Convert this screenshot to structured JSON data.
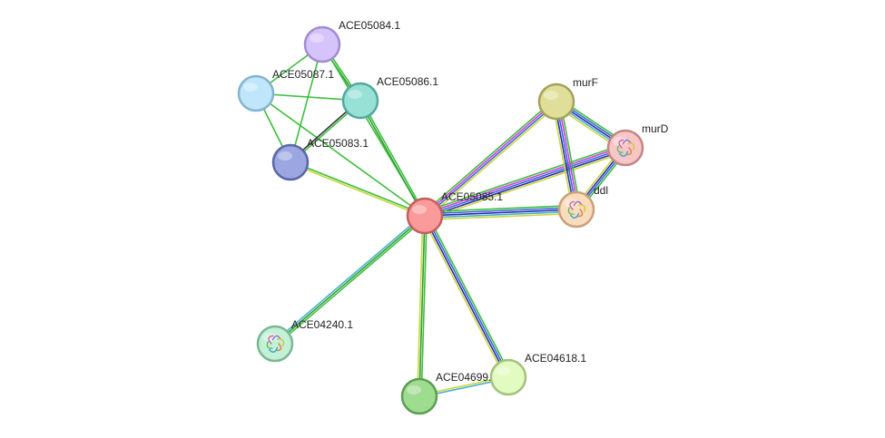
{
  "network": {
    "nodes": [
      {
        "id": "ACE05084.1",
        "label": "ACE05084.1",
        "fill": "#d5c3fb",
        "stroke": "#a28ccf",
        "structure": false
      },
      {
        "id": "ACE05087.1",
        "label": "ACE05087.1",
        "fill": "#bfe6fb",
        "stroke": "#86b3cf",
        "structure": false
      },
      {
        "id": "ACE05086.1",
        "label": "ACE05086.1",
        "fill": "#97e1d6",
        "stroke": "#54a89b",
        "structure": false
      },
      {
        "id": "ACE05083.1",
        "label": "ACE05083.1",
        "fill": "#9ca6e0",
        "stroke": "#5a66a8",
        "structure": false
      },
      {
        "id": "ACE05085.1",
        "label": "ACE05085.1",
        "fill": "#fb9a9a",
        "stroke": "#c25e5e",
        "structure": false
      },
      {
        "id": "murF",
        "label": "murF",
        "fill": "#e0df9a",
        "stroke": "#a3a25a",
        "structure": false
      },
      {
        "id": "murD",
        "label": "murD",
        "fill": "#f7c6c6",
        "stroke": "#c48686",
        "structure": true
      },
      {
        "id": "ddl",
        "label": "ddl",
        "fill": "#f9dcbc",
        "stroke": "#c8a27a",
        "structure": true
      },
      {
        "id": "ACE04240.1",
        "label": "ACE04240.1",
        "fill": "#c4f0d6",
        "stroke": "#78b896",
        "structure": true
      },
      {
        "id": "ACE04699.1",
        "label": "ACE04699.1",
        "fill": "#9edc90",
        "stroke": "#5b9f52",
        "structure": false
      },
      {
        "id": "ACE04618.1",
        "label": "ACE04618.1",
        "fill": "#e2fbc0",
        "stroke": "#a3c27c",
        "structure": false
      }
    ],
    "edges": [
      {
        "source": "ACE05084.1",
        "target": "ACE05087.1",
        "colors": [
          "#3cbf3c"
        ]
      },
      {
        "source": "ACE05084.1",
        "target": "ACE05086.1",
        "colors": [
          "#3cbf3c",
          "#2e9f2e"
        ]
      },
      {
        "source": "ACE05084.1",
        "target": "ACE05083.1",
        "colors": [
          "#3cbf3c"
        ]
      },
      {
        "source": "ACE05084.1",
        "target": "ACE05085.1",
        "colors": [
          "#3cbf3c"
        ]
      },
      {
        "source": "ACE05087.1",
        "target": "ACE05086.1",
        "colors": [
          "#3cbf3c"
        ]
      },
      {
        "source": "ACE05087.1",
        "target": "ACE05083.1",
        "colors": [
          "#3cbf3c"
        ]
      },
      {
        "source": "ACE05087.1",
        "target": "ACE05085.1",
        "colors": [
          "#3cbf3c"
        ]
      },
      {
        "source": "ACE05086.1",
        "target": "ACE05083.1",
        "colors": [
          "#3cbf3c",
          "#333333"
        ]
      },
      {
        "source": "ACE05086.1",
        "target": "ACE05085.1",
        "colors": [
          "#3cbf3c",
          "#2e9f2e"
        ]
      },
      {
        "source": "ACE05083.1",
        "target": "ACE05085.1",
        "colors": [
          "#3cbf3c",
          "#c8d83c"
        ]
      },
      {
        "source": "ACE05085.1",
        "target": "murF",
        "colors": [
          "#3cbf3c",
          "#d43ce0",
          "#3c6bd8",
          "#c8d83c"
        ]
      },
      {
        "source": "ACE05085.1",
        "target": "murD",
        "colors": [
          "#3cbf3c",
          "#d43ce0",
          "#3c6bd8",
          "#2e2eaa",
          "#c8d83c"
        ]
      },
      {
        "source": "ACE05085.1",
        "target": "ddl",
        "colors": [
          "#3cbf3c",
          "#3c6bd8",
          "#2e2eaa",
          "#4ab0d0",
          "#c8d83c"
        ]
      },
      {
        "source": "ACE05085.1",
        "target": "ACE04240.1",
        "colors": [
          "#3cbf3c",
          "#2e9f2e",
          "#4ab0d0"
        ]
      },
      {
        "source": "ACE05085.1",
        "target": "ACE04699.1",
        "colors": [
          "#3cbf3c",
          "#2e9f2e",
          "#c8d83c"
        ]
      },
      {
        "source": "ACE05085.1",
        "target": "ACE04618.1",
        "colors": [
          "#3cbf3c",
          "#3c6bd8",
          "#2e2eaa",
          "#c8d83c"
        ]
      },
      {
        "source": "murF",
        "target": "murD",
        "colors": [
          "#3cbf3c",
          "#3c6bd8",
          "#2e2eaa",
          "#4ab0d0",
          "#c8d83c"
        ]
      },
      {
        "source": "murF",
        "target": "ddl",
        "colors": [
          "#3cbf3c",
          "#d43ce0",
          "#3c6bd8",
          "#2e2eaa",
          "#c8d83c"
        ]
      },
      {
        "source": "murD",
        "target": "ddl",
        "colors": [
          "#3cbf3c",
          "#3c6bd8",
          "#2e2eaa",
          "#c8d83c"
        ]
      },
      {
        "source": "ACE04699.1",
        "target": "ACE04618.1",
        "colors": [
          "#c8d83c",
          "#4ab0d0"
        ]
      }
    ]
  }
}
